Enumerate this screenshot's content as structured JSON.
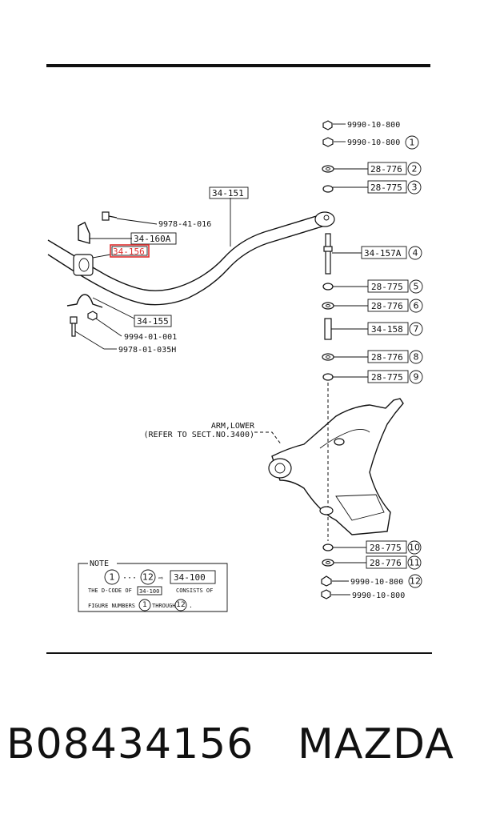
{
  "callouts": {
    "c9990_top1": "9990-10-800",
    "c9990_top2": "9990-10-800",
    "c28776_2": "28-776",
    "c28775_3": "28-775",
    "c34151": "34-151",
    "c9978_41": "9978-41-016",
    "c34160A": "34-160A",
    "c34156": "34-156",
    "c34157A": "34-157A",
    "c28775_5": "28-775",
    "c28776_6": "28-776",
    "c34155": "34-155",
    "c9994": "9994-01-001",
    "c9978_01": "9978-01-035H",
    "c34158": "34-158",
    "c28776_8": "28-776",
    "c28775_9": "28-775",
    "c28775_10": "28-775",
    "c28776_11": "28-776",
    "c9990_bot1": "9990-10-800",
    "c9990_bot2": "9990-10-800"
  },
  "figure_numbers": [
    "1",
    "2",
    "3",
    "4",
    "5",
    "6",
    "7",
    "8",
    "9",
    "10",
    "11",
    "12"
  ],
  "arm_label": {
    "line1": "ARM,LOWER",
    "line2": "(REFER TO SECT.NO.3400)"
  },
  "note": {
    "title": "NOTE",
    "range_start": "1",
    "range_dots": "···",
    "range_end": "12",
    "arrow": "⇨",
    "code": "34-100",
    "line2_pre": "THE D-CODE OF",
    "line2_code": "34-100",
    "line2_post": "CONSISTS OF",
    "line3_pre": "FIGURE NUMBERS",
    "line3_a": "1",
    "line3_mid": "THROUGH",
    "line3_b": "12",
    "line3_end": "."
  },
  "footer": {
    "part_number": "B08434156",
    "brand": "MAZDA"
  },
  "highlight_color": "#e03030"
}
